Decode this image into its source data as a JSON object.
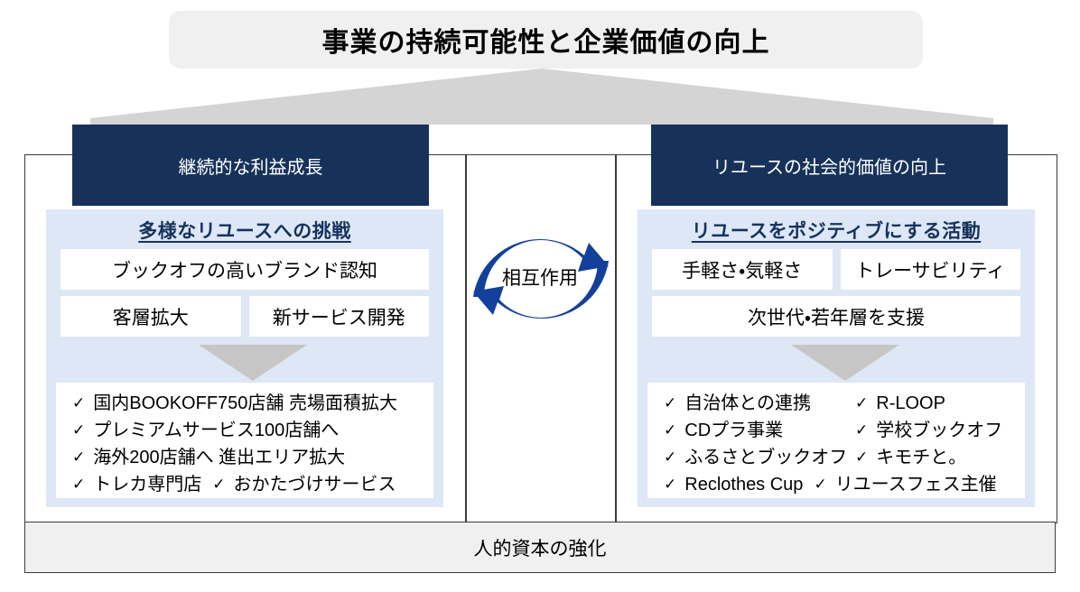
{
  "title": {
    "text": "事業の持続可能性と企業価値の向上"
  },
  "colors": {
    "navy": "#17325a",
    "light_blue": "#dde7f5",
    "gray": "#f0f0f0",
    "arrow_blue": "#12409b",
    "heading_navy": "#16325c"
  },
  "center": {
    "label": "相互作用",
    "icon": "circular-arrows-icon"
  },
  "left_pillar": {
    "header": "継続的な利益成長",
    "panel_heading": "多様なリユースへの挑戦",
    "boxes_row1": [
      "ブックオフの高いブランド認知"
    ],
    "boxes_row2": [
      "客層拡大",
      "新サービス開発"
    ],
    "bullets": [
      {
        "col_a": "国内BOOKOFF750店舗 売場面積拡大",
        "col_b": ""
      },
      {
        "col_a": "プレミアムサービス100店舗へ",
        "col_b": ""
      },
      {
        "col_a": "海外200店舗へ 進出エリア拡大",
        "col_b": ""
      },
      {
        "col_a": "トレカ専門店",
        "col_b": "おかたづけサービス"
      }
    ]
  },
  "right_pillar": {
    "header": "リユースの社会的価値の向上",
    "panel_heading": "リユースをポジティブにする活動",
    "boxes_row1": [
      "手軽さ・気軽さ",
      "トレーサビリティ"
    ],
    "boxes_row2": [
      "次世代・若年層を支援"
    ],
    "bullets": [
      {
        "col_a": "自治体との連携",
        "col_b": "R-LOOP"
      },
      {
        "col_a": "CDプラ事業",
        "col_b": "学校ブックオフ"
      },
      {
        "col_a": "ふるさとブックオフ",
        "col_b": "キモチと。"
      },
      {
        "col_a": "Reclothes Cup",
        "col_b": "リユースフェス主催"
      }
    ]
  },
  "foundation": {
    "text": "人的資本の強化"
  },
  "glyphs": {
    "check": "✓"
  }
}
